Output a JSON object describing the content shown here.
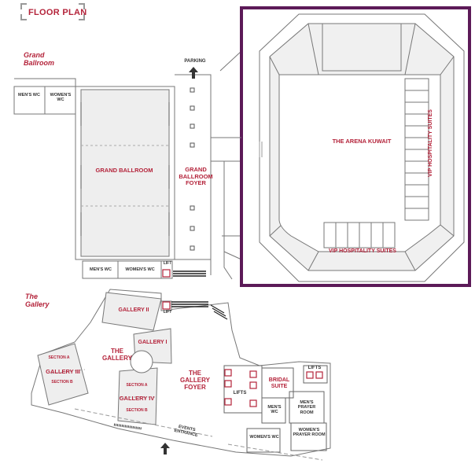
{
  "header": {
    "title": "FLOOR PLAN"
  },
  "colors": {
    "accent": "#b4233a",
    "frame": "#5c1a58",
    "line": "#666666",
    "fill": "#eeeeee"
  },
  "sections": {
    "grand_ballroom": "Grand Ballroom",
    "gallery": "The Gallery"
  },
  "rooms": {
    "grand_ballroom": "GRAND BALLROOM",
    "grand_ballroom_foyer": "GRAND BALLROOM FOYER",
    "arena": "THE ARENA KUWAIT",
    "vip_right": "VIP HOSPITALITY SUITES",
    "vip_bottom": "VIP HOSPITALITY SUITES",
    "gallery_ii": "GALLERY II",
    "gallery_i": "GALLERY I",
    "gallery_iii": "GALLERY III",
    "gallery_iv": "GALLERY IV",
    "the_gallery": "THE GALLERY",
    "gallery_foyer": "THE GALLERY FOYER",
    "section_a_left": "SECTION A",
    "section_b_left": "SECTION B",
    "section_a_right": "SECTION A",
    "section_b_right": "SECTION B",
    "bridal_suite": "BRIDAL SUITE"
  },
  "facilities": {
    "parking": "PARKING",
    "mens_wc_top": "MEN'S WC",
    "womens_wc_top": "WOMEN'S WC",
    "mens_wc_bottom": "MEN'S WC",
    "womens_wc_bottom": "WOMEN'S WC",
    "lift_ballroom": "LIFT",
    "lift_gallery": "LIFT",
    "lifts_foyer": "LIFTS",
    "lifts_right": "LIFTS",
    "mens_wc_gallery": "MEN'S WC",
    "mens_prayer": "MEN'S PRAYER ROOM",
    "womens_wc_gallery": "WOMEN'S WC",
    "womens_prayer": "WOMEN'S PRAYER ROOM",
    "events_entrance": "EVENTS ENTRANCE"
  }
}
